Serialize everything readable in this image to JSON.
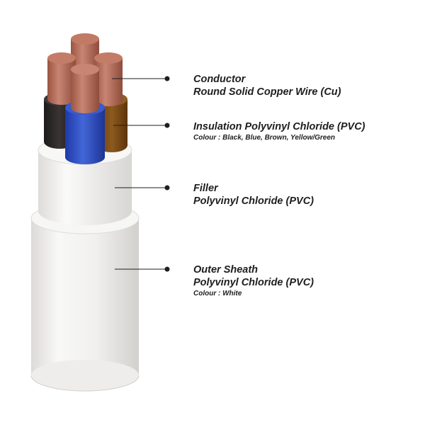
{
  "colors": {
    "copper": "#b56a55",
    "black_core": "#2a2624",
    "blue_core": "#2d4fc4",
    "brown_core": "#7a4a14",
    "sheath": "#f2f1ef",
    "callout": "#1e1e1e"
  },
  "labels": {
    "conductor": {
      "line1": "Conductor",
      "line2": "Round Solid Copper Wire (Cu)"
    },
    "insulation": {
      "line1": "Insulation Polyvinyl Chloride (PVC)",
      "note": "Colour : Black, Blue, Brown, Yellow/Green"
    },
    "filler": {
      "line1": "Filler",
      "line2": "Polyvinyl Chloride (PVC)"
    },
    "outer_sheath": {
      "line1": "Outer Sheath",
      "line2": "Polyvinyl Chloride (PVC)",
      "note": "Colour : White"
    }
  }
}
